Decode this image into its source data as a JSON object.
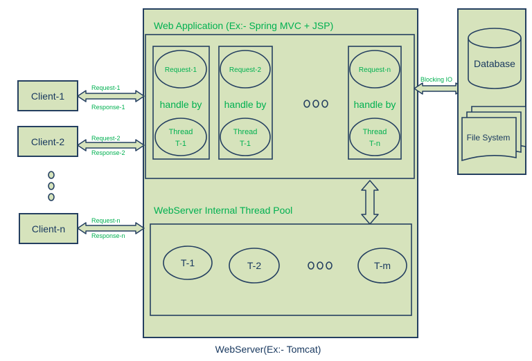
{
  "webserver": {
    "caption": "WebServer(Ex:- Tomcat)",
    "web_app_title": "Web Application (Ex:- Spring MVC + JSP)",
    "thread_pool_title": "WebServer Internal Thread Pool"
  },
  "clients": [
    {
      "label": "Client-1",
      "request": "Request-1",
      "response": "Response-1"
    },
    {
      "label": "Client-2",
      "request": "Request-2",
      "response": "Response-2"
    },
    {
      "label": "Client-n",
      "request": "Request-n",
      "response": "Response-n"
    }
  ],
  "handlers": [
    {
      "request": "Request-1",
      "middle": "handle by",
      "thread_line1": "Thread",
      "thread_line2": "T-1"
    },
    {
      "request": "Request-2",
      "middle": "handle by",
      "thread_line1": "Thread",
      "thread_line2": "T-1"
    },
    {
      "request": "Request-n",
      "middle": "handle by",
      "thread_line1": "Thread",
      "thread_line2": "T-n"
    }
  ],
  "pool_threads": [
    "T-1",
    "T-2",
    "T-m"
  ],
  "blocking_io": "Blocking IO",
  "storage": {
    "database": "Database",
    "file_system": "File System"
  }
}
